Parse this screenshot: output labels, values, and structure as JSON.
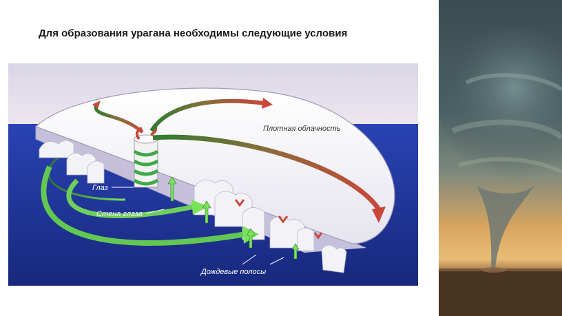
{
  "slide": {
    "title": "Для образования урагана необходимы следующие условия"
  },
  "diagram": {
    "labels": {
      "dense_clouds": "Плотная облачность",
      "eye": "Глаз",
      "eye_wall": "Стена глаза",
      "rain_bands": "Дождевые полосы"
    }
  },
  "photo": {
    "icon": "tornado-photo"
  }
}
